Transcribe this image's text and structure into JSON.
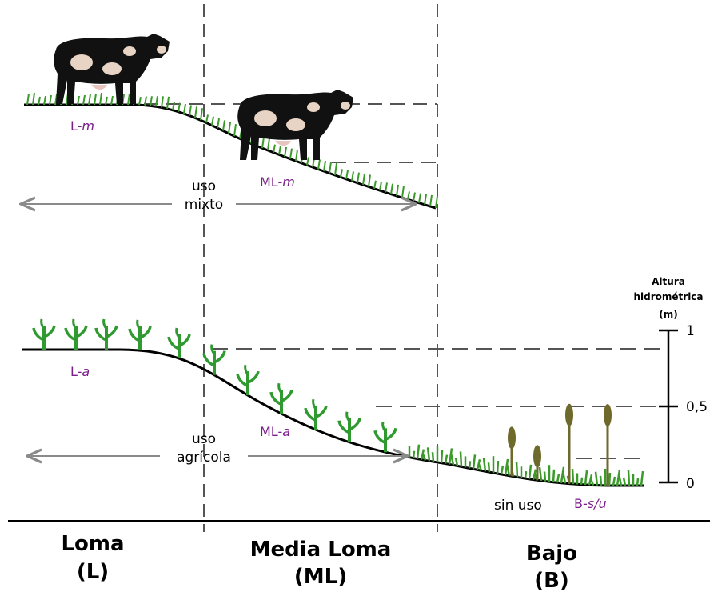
{
  "top_profile": {
    "plots": [
      {
        "prefix": "L-",
        "suffix": "m"
      },
      {
        "prefix": "ML-",
        "suffix": "m"
      }
    ],
    "use_label": [
      "uso",
      "mixto"
    ]
  },
  "bottom_profile": {
    "plots": [
      {
        "prefix": "L-",
        "suffix": "a"
      },
      {
        "prefix": "ML-",
        "suffix": "a"
      },
      {
        "prefix": "B-",
        "suffix": "s/u"
      }
    ],
    "use_label": [
      "uso",
      "agrícola"
    ],
    "no_use_label": "sin uso"
  },
  "axis": {
    "title": [
      "Altura",
      "hidrométrica",
      "(m)"
    ],
    "ticks": [
      "1",
      "0,5",
      "0"
    ]
  },
  "zones": [
    {
      "name": "Loma",
      "code": "(L)"
    },
    {
      "name": "Media Loma",
      "code": "(ML)"
    },
    {
      "name": "Bajo",
      "code": "(B)"
    }
  ],
  "colors": {
    "grass": "#3a9a2a",
    "crop": "#2f9a2f",
    "reed": "#6e6a2c",
    "code_text": "#7a1f8a",
    "dash": "#555555",
    "arrow": "#8a8a8a"
  }
}
